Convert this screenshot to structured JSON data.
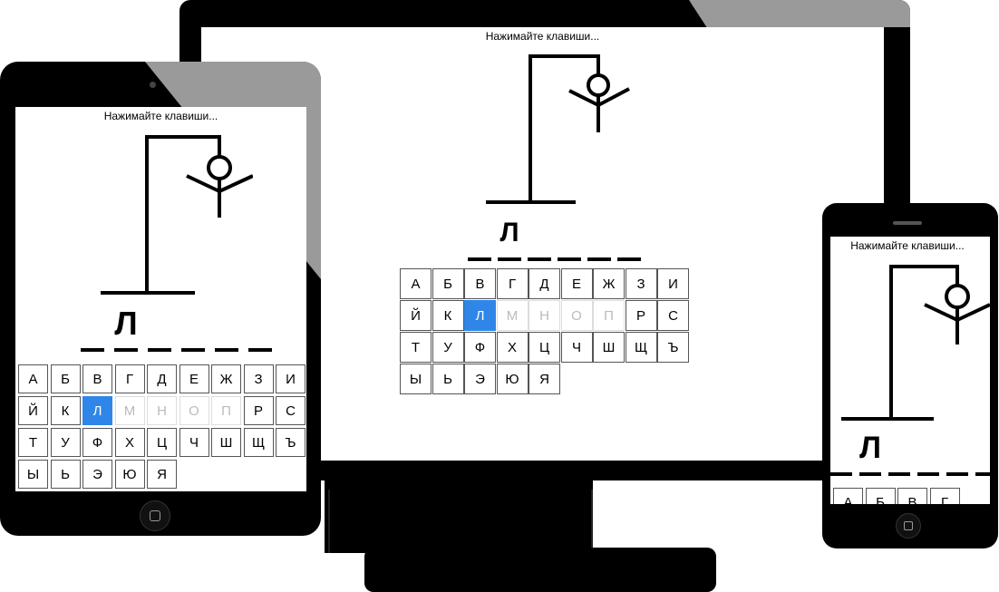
{
  "prompt": "Нажимайте клавиши...",
  "word": {
    "revealed": [
      "",
      "Л",
      "",
      "",
      "",
      ""
    ]
  },
  "keyboard": {
    "keys": [
      {
        "label": "А",
        "state": "normal"
      },
      {
        "label": "Б",
        "state": "normal"
      },
      {
        "label": "В",
        "state": "normal"
      },
      {
        "label": "Г",
        "state": "normal"
      },
      {
        "label": "Д",
        "state": "normal"
      },
      {
        "label": "Е",
        "state": "normal"
      },
      {
        "label": "Ж",
        "state": "normal"
      },
      {
        "label": "З",
        "state": "normal"
      },
      {
        "label": "И",
        "state": "normal"
      },
      {
        "label": "Й",
        "state": "normal"
      },
      {
        "label": "К",
        "state": "normal"
      },
      {
        "label": "Л",
        "state": "selected"
      },
      {
        "label": "М",
        "state": "used"
      },
      {
        "label": "Н",
        "state": "used"
      },
      {
        "label": "О",
        "state": "used"
      },
      {
        "label": "П",
        "state": "used"
      },
      {
        "label": "Р",
        "state": "normal"
      },
      {
        "label": "С",
        "state": "normal"
      },
      {
        "label": "Т",
        "state": "normal"
      },
      {
        "label": "У",
        "state": "normal"
      },
      {
        "label": "Ф",
        "state": "normal"
      },
      {
        "label": "Х",
        "state": "normal"
      },
      {
        "label": "Ц",
        "state": "normal"
      },
      {
        "label": "Ч",
        "state": "normal"
      },
      {
        "label": "Ш",
        "state": "normal"
      },
      {
        "label": "Щ",
        "state": "normal"
      },
      {
        "label": "Ъ",
        "state": "normal"
      },
      {
        "label": "Ы",
        "state": "normal"
      },
      {
        "label": "Ь",
        "state": "normal"
      },
      {
        "label": "Э",
        "state": "normal"
      },
      {
        "label": "Ю",
        "state": "normal"
      },
      {
        "label": "Я",
        "state": "normal"
      }
    ],
    "phone_visible_keys": 4
  },
  "colors": {
    "selected_key": "#2f86e8",
    "used_key_text": "#bbbbbb",
    "device_body": "#000000"
  }
}
